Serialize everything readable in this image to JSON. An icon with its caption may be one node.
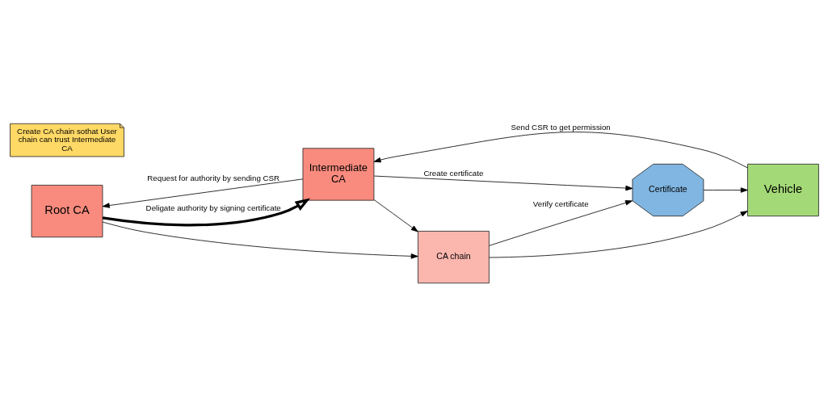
{
  "diagram": {
    "nodes": [
      {
        "text": [
          "Root CA"
        ]
      },
      {
        "text": [
          "Intermediate",
          "CA"
        ]
      },
      {
        "text": [
          "Vehicle"
        ]
      },
      {
        "text": [
          "Create CA chain sothat User chain can trust Intermediate CA"
        ]
      },
      {
        "text": [
          "CA chain"
        ]
      },
      {
        "text": [
          "Certificate"
        ]
      }
    ],
    "edges": [
      {
        "from": 1,
        "to": 0,
        "arrow": "to",
        "label": "Request for authority by sending CSR"
      },
      {
        "from": 0,
        "to": 1,
        "arrow": "to",
        "label": "Deligate authority by signing certificate",
        "style": "thick"
      },
      {
        "from": 2,
        "to": 1,
        "arrow": "to",
        "label": "Send CSR to get permission"
      },
      {
        "from": 0,
        "to": 4,
        "arrow": "to"
      },
      {
        "from": 1,
        "to": 4,
        "arrow": "to"
      },
      {
        "from": 1,
        "to": 5,
        "arrow": "to",
        "label": "Create certificate"
      },
      {
        "from": 4,
        "to": 5,
        "arrow": "to",
        "label": "Verify certificate"
      },
      {
        "from": 5,
        "to": 2,
        "arrow": "to"
      },
      {
        "from": 4,
        "to": 2,
        "arrow": "to"
      }
    ]
  }
}
